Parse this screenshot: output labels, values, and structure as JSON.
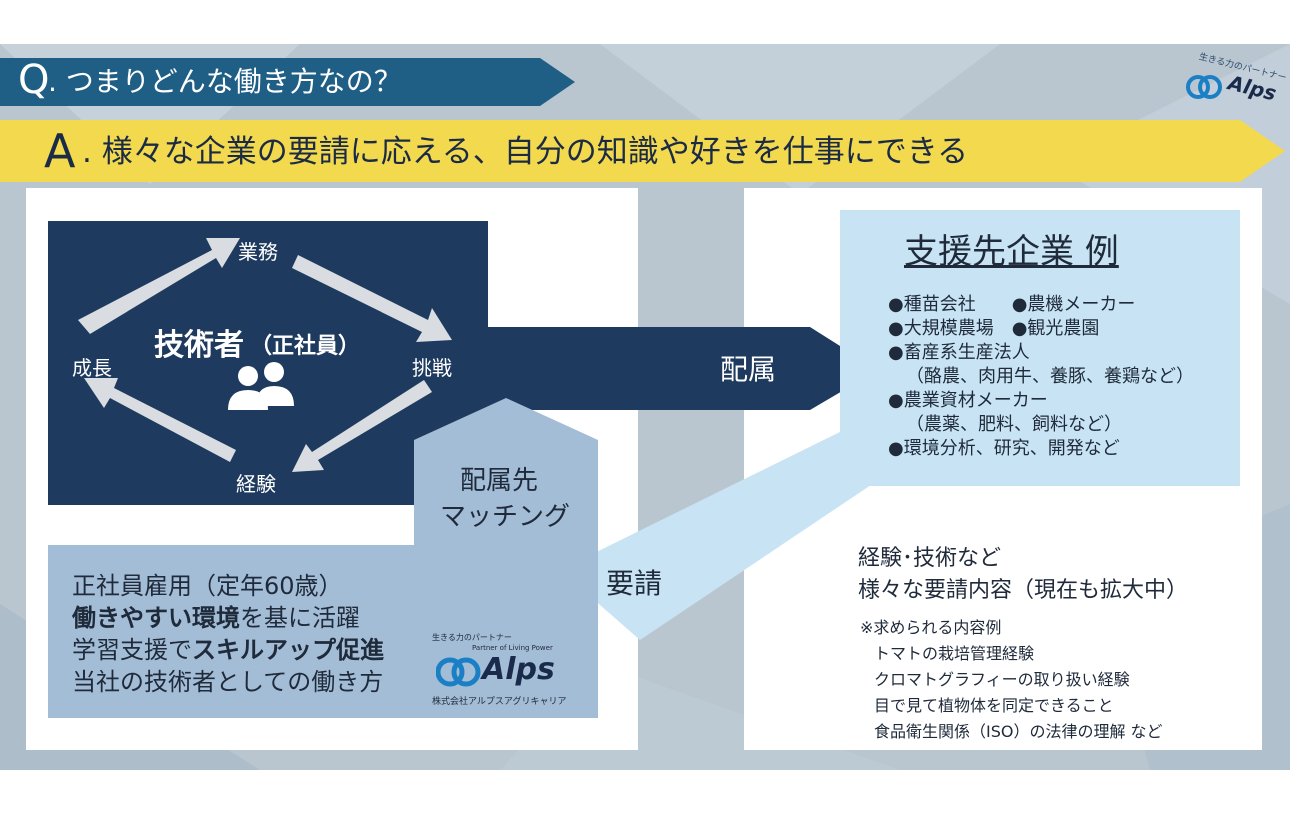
{
  "header": {
    "q_letter": "Q",
    "q_text": ". つまりどんな働き方なの？",
    "a_letter": "A",
    "a_text": ". 様々な企業の要請に応える、自分の知識や好きを仕事にできる"
  },
  "brand": {
    "tagline": "生きる力のパートナー",
    "tagline_en": "Partner of Living Power",
    "name": "Alps",
    "company": "株式会社アルプスアグリキャリア"
  },
  "cycle": {
    "top": "業務",
    "right": "挑戦",
    "bottom": "経験",
    "left": "成長",
    "center_main": "技術者",
    "center_sub": "（正社員）"
  },
  "employment": {
    "line1": "正社員雇用（定年60歳）",
    "line2_bold": "働きやすい環境",
    "line2_rest": "を基に活躍",
    "line3_pre": "学習支援で",
    "line3_bold": "スキルアップ促進",
    "line4": "当社の技術者としての働き方"
  },
  "matching": {
    "line1": "配属先",
    "line2": "マッチング"
  },
  "arrows": {
    "assign": "配属",
    "request": "要請"
  },
  "clients": {
    "title": "支援先企業 例",
    "items": [
      "●種苗会社　　●農機メーカー",
      "●大規模農場　●観光農園",
      "●畜産系生産法人",
      "（酪農、肉用牛、養豚、養鶏など）",
      "●農業資材メーカー",
      "（農薬、肥料、飼料など）",
      "●環境分析、研究、開発など"
    ]
  },
  "requests": {
    "line1": "経験･技術など",
    "line2": "様々な要請内容（現在も拡大中）",
    "note_title": "※求められる内容例",
    "examples": [
      "トマトの栽培管理経験",
      "クロマトグラフィーの取り扱い経験",
      "目で見て植物体を同定できること",
      "食品衛生関係（ISO）の法律の理解 など"
    ]
  },
  "colors": {
    "navy": "#1e3a5f",
    "q_band": "#1f5f86",
    "a_band": "#f2d94e",
    "light_blue": "#c8e4f4",
    "steel_blue": "#a3bdd6",
    "arrow_gray": "#d9dde1"
  }
}
